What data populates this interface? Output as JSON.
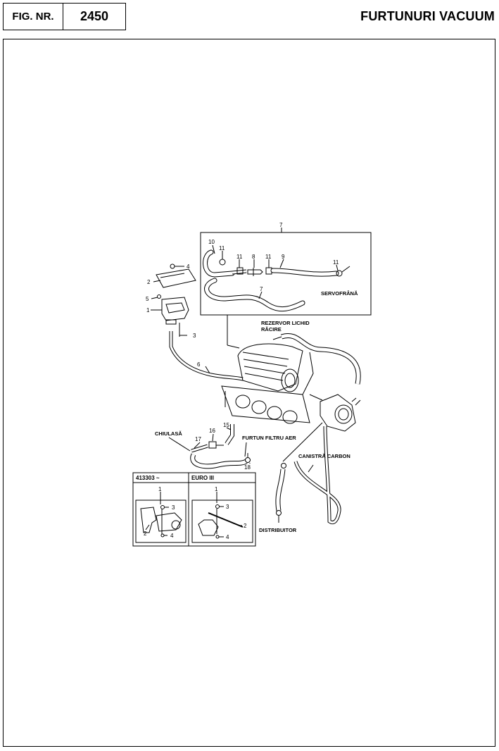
{
  "header": {
    "fig_label": "FIG. NR.",
    "fig_number": "2450",
    "title": "FURTUNURI VACUUM"
  },
  "diagram": {
    "callouts": {
      "n1": "1",
      "n2": "2",
      "n3": "3",
      "n4": "4",
      "n5": "5",
      "n6": "6",
      "n7a": "7",
      "n7b": "7",
      "n8": "8",
      "n9": "9",
      "n10": "10",
      "n11a": "11",
      "n11b": "11",
      "n11c": "11",
      "n11d": "11",
      "n15": "15",
      "n16": "16",
      "n17": "17",
      "n18": "18"
    },
    "labels": {
      "servofrana": "SERVOFRÂNĂ",
      "rezervor_line1": "REZERVOR LICHID",
      "rezervor_line2": "RĂCIRE",
      "chiulasa": "CHIULASĂ",
      "furtun_filtru": "FURTUN FILTRU AER",
      "canistra": "CANISTRĂ CARBON",
      "distribuitor": "DISTRIBUITOR"
    },
    "inset_left": {
      "title": "413303 ~",
      "c1": "1",
      "c2": "2",
      "c3": "3",
      "c4": "4"
    },
    "inset_right": {
      "title": "EURO III",
      "c1": "1",
      "c2": "2",
      "c3": "3",
      "c4": "4"
    }
  }
}
